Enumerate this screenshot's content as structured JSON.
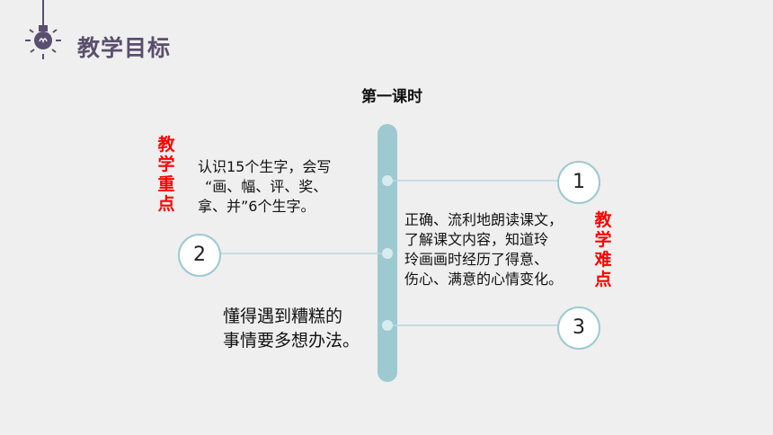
{
  "header": {
    "title": "教学目标",
    "icon": "lightbulb-icon"
  },
  "lesson": {
    "title": "第一课时"
  },
  "focus": {
    "label_chars": [
      "教",
      "学",
      "重",
      "点"
    ],
    "lines": [
      "认识15个生字，会写",
      "“画、幅、评、奖、",
      "拿、并”6个生字。"
    ]
  },
  "difficulty": {
    "label_chars": [
      "教",
      "学",
      "难",
      "点"
    ],
    "lines": [
      "正确、流利地朗读课文，",
      "了解课文内容，知道玲",
      "玲画画时经历了得意、",
      "伤心、满意的心情变化。"
    ]
  },
  "goal3": {
    "lines": [
      "懂得遇到糟糕的",
      "事情要多想办法。"
    ]
  },
  "nodes": [
    "1",
    "2",
    "3"
  ],
  "colors": {
    "accent": "#9ec9d1",
    "label_red": "#ff0000",
    "bulb": "#5a4f6e",
    "background": "#efefef"
  }
}
